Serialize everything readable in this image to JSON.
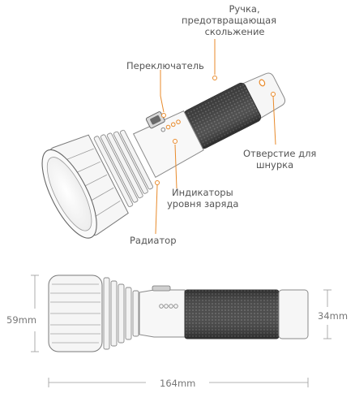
{
  "labels": {
    "grip_line1": "Ручка,",
    "grip_line2": "предотвращающая",
    "grip_line3": "скольжение",
    "switch": "Переключатель",
    "lanyard_line1": "Отверстие для",
    "lanyard_line2": "шнурка",
    "indicators_line1": "Индикаторы",
    "indicators_line2": "уровня заряда",
    "radiator": "Радиатор"
  },
  "dimensions": {
    "height_head": "59mm",
    "height_body": "34mm",
    "length": "164mm"
  },
  "colors": {
    "accent": "#e88a2a",
    "outline": "#8a8a8a",
    "grip_dark": "#4a4a4a"
  }
}
